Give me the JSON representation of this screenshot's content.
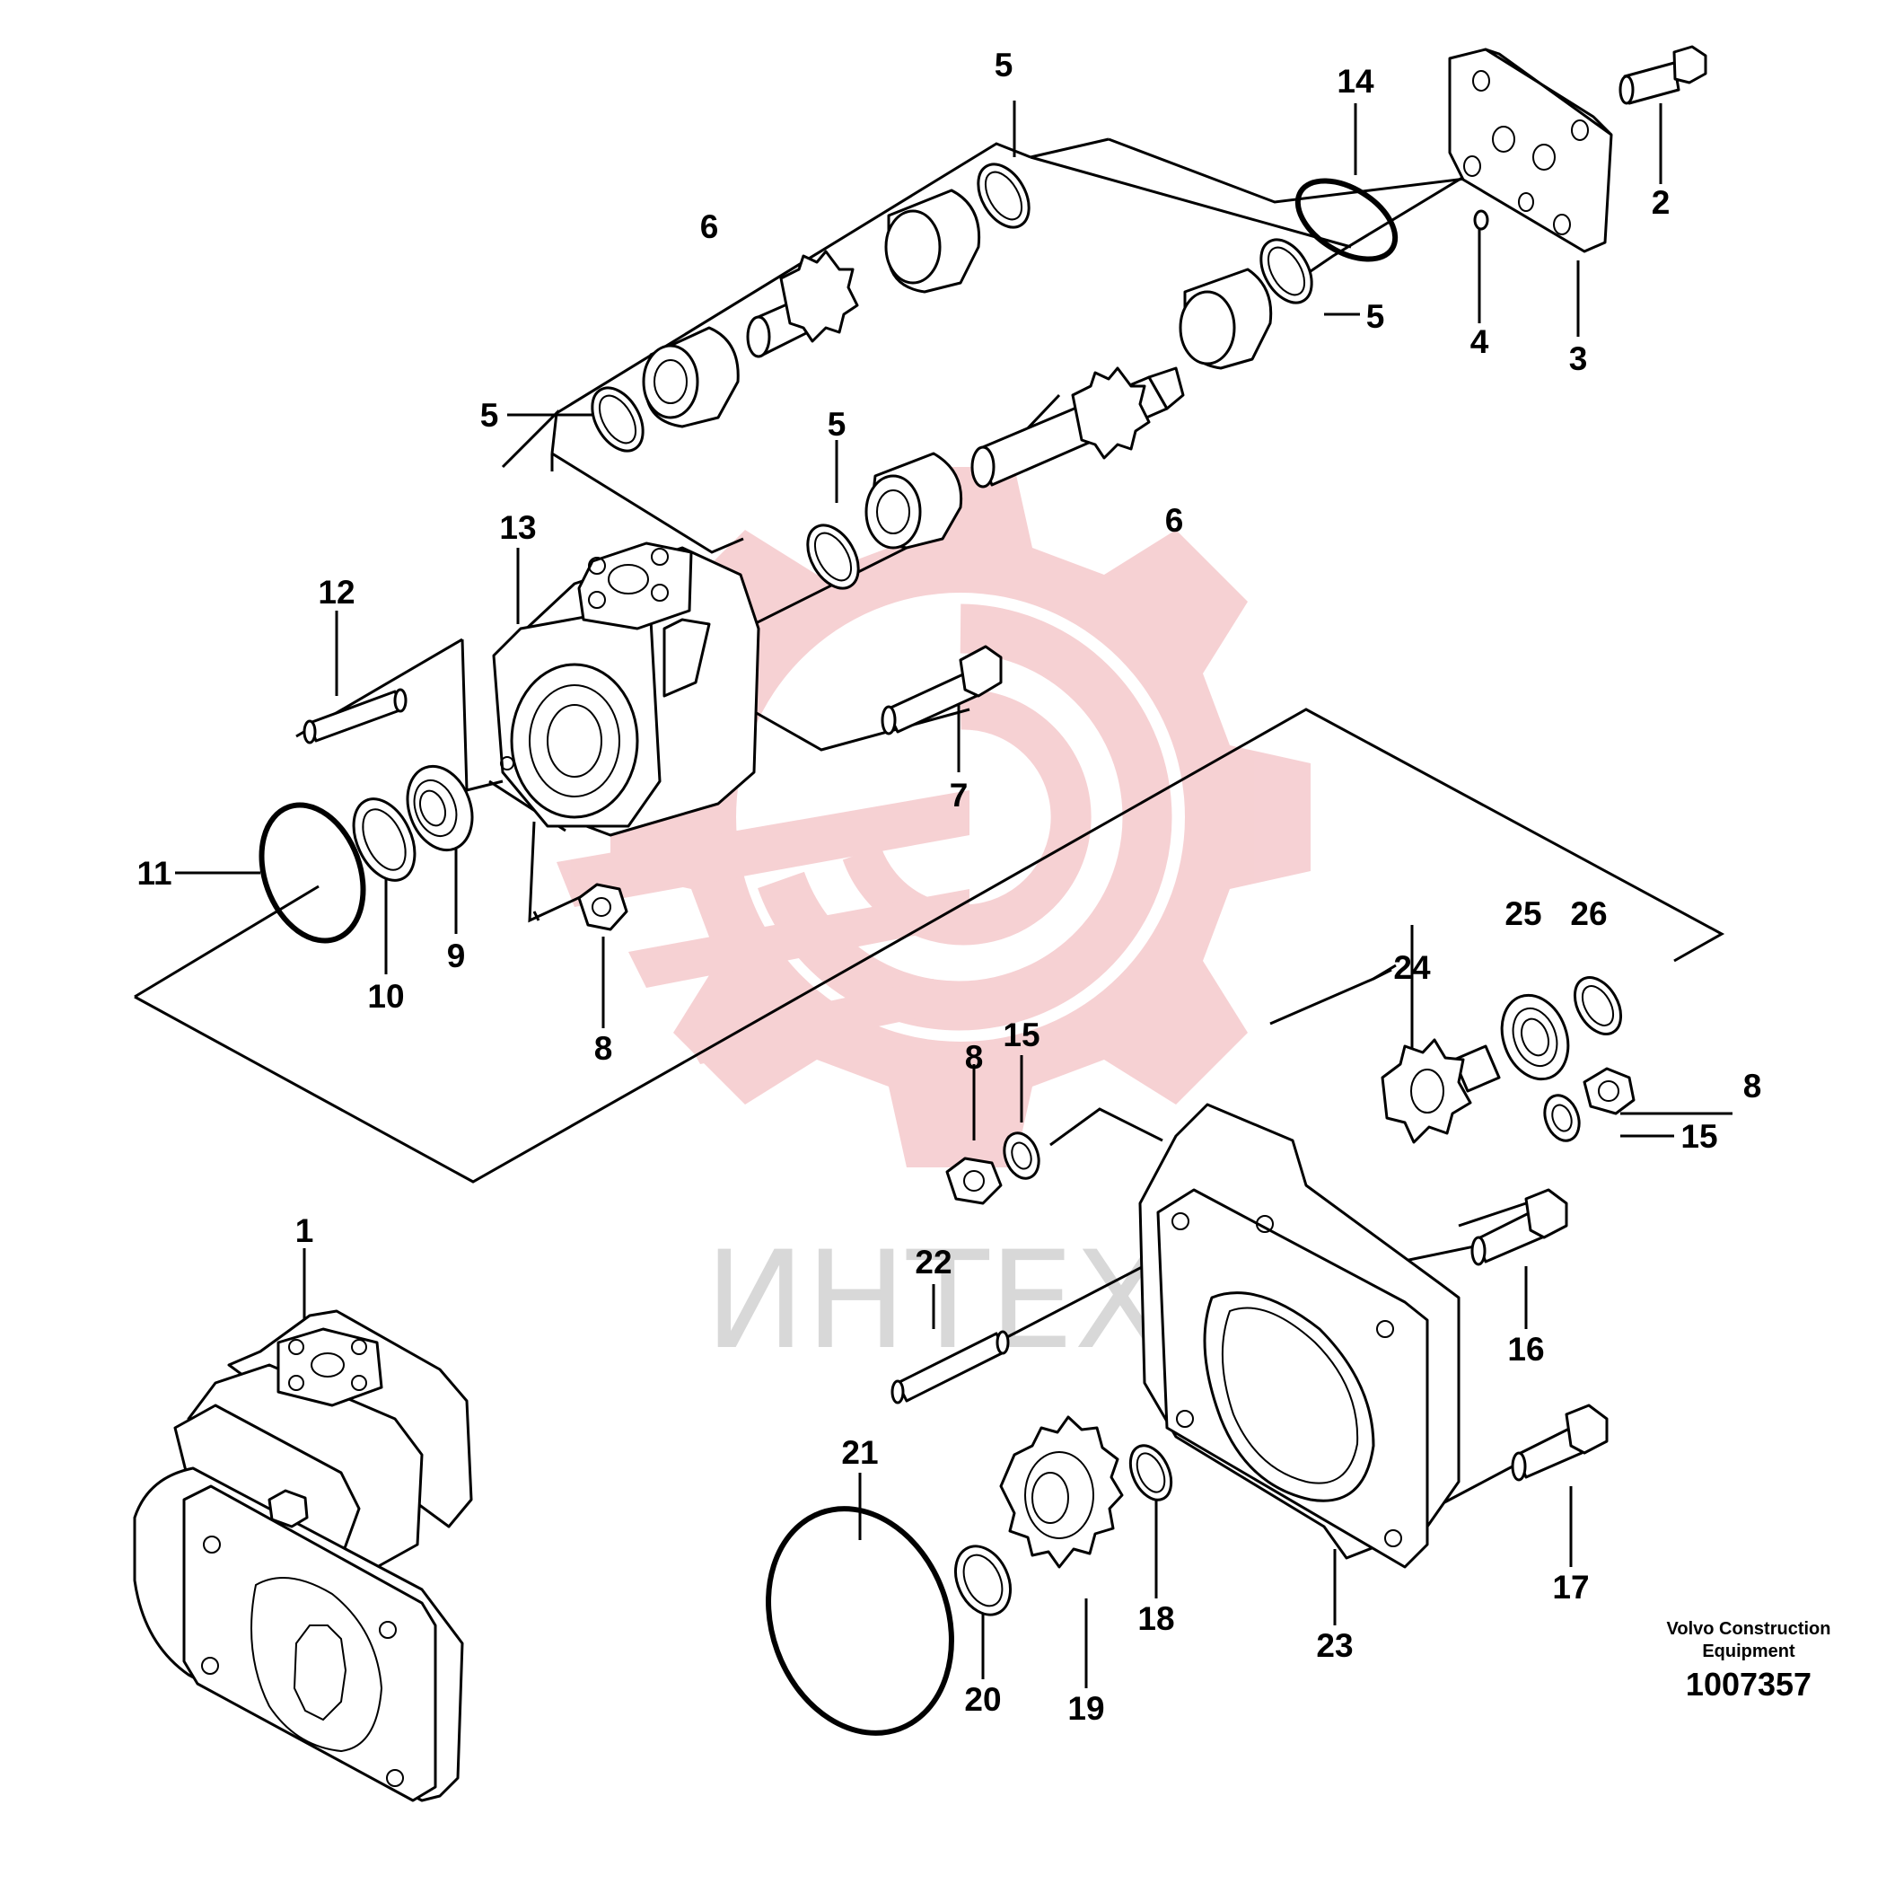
{
  "diagram": {
    "part_labels": {
      "p1": "1",
      "p2": "2",
      "p3": "3",
      "p4": "4",
      "p5a": "5",
      "p5b": "5",
      "p5c": "5",
      "p5d": "5",
      "p6a": "6",
      "p6b": "6",
      "p7": "7",
      "p8a": "8",
      "p8b": "8",
      "p8c": "8",
      "p9": "9",
      "p10": "10",
      "p11": "11",
      "p12": "12",
      "p13": "13",
      "p14": "14",
      "p15a": "15",
      "p15b": "15",
      "p16": "16",
      "p17": "17",
      "p18": "18",
      "p19": "19",
      "p20": "20",
      "p21": "21",
      "p22": "22",
      "p23": "23",
      "p24": "24",
      "p25": "25",
      "p26": "26"
    },
    "caption": {
      "line1": "Volvo Construction",
      "line2": "Equipment",
      "number": "1007357"
    },
    "watermark": {
      "text": "ИНТЕХ",
      "color": "#f5c9cc",
      "text_color": "#d8d8d8"
    }
  }
}
